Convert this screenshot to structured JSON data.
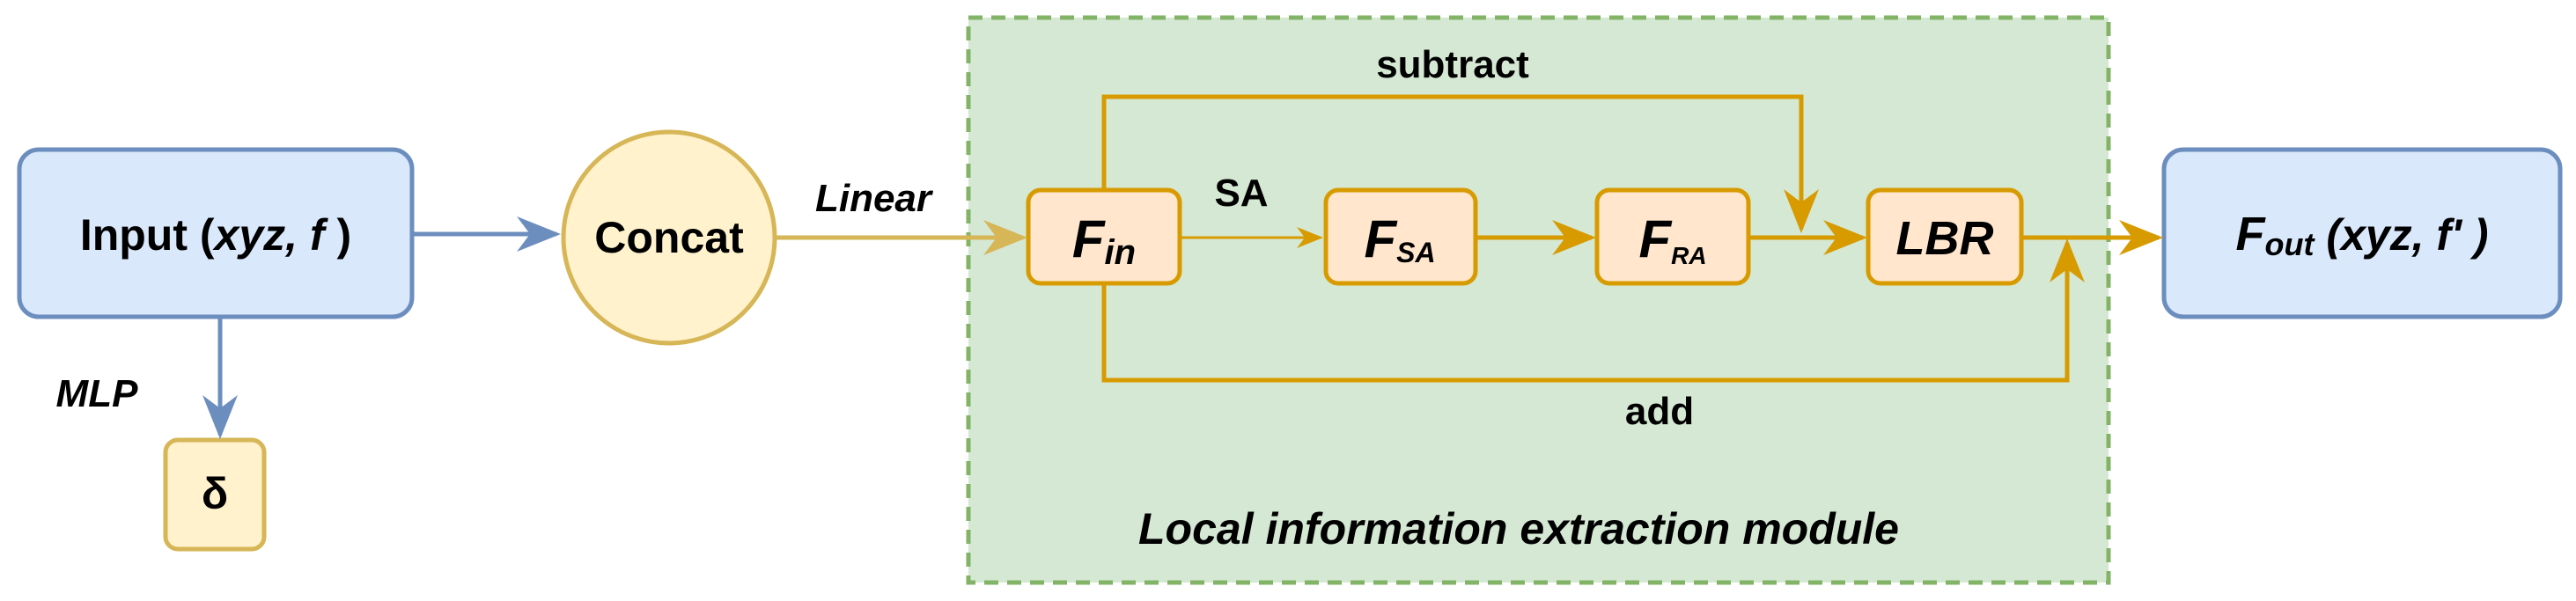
{
  "colors": {
    "blue_stroke": "#6c8ebf",
    "blue_fill": "#dae8fc",
    "yellow_stroke": "#d6b656",
    "yellow_fill": "#fff2cc",
    "orange_stroke": "#d79b00",
    "orange_fill": "#ffe6cc",
    "green_stroke": "#82b366",
    "green_fill": "#d5e8d4"
  },
  "input_node": {
    "prefix": "Input (",
    "vars": "xyz, f",
    "suffix": " )"
  },
  "delta_node": {
    "label": "δ"
  },
  "concat_node": {
    "label": "Concat"
  },
  "fin_node": {
    "main": "F",
    "sub": "in"
  },
  "fsa_node": {
    "main": "F",
    "sub": "SA"
  },
  "fra_node": {
    "main": "F",
    "sub": "RA"
  },
  "lbr_node": {
    "label": "LBR"
  },
  "output_node": {
    "main": "F",
    "sub": "out",
    "vars": " (xyz, f' )"
  },
  "edge_labels": {
    "mlp": "MLP",
    "linear": "Linear",
    "sa": "SA",
    "subtract": "subtract",
    "add": "add"
  },
  "module": {
    "title": "Local information extraction module"
  }
}
